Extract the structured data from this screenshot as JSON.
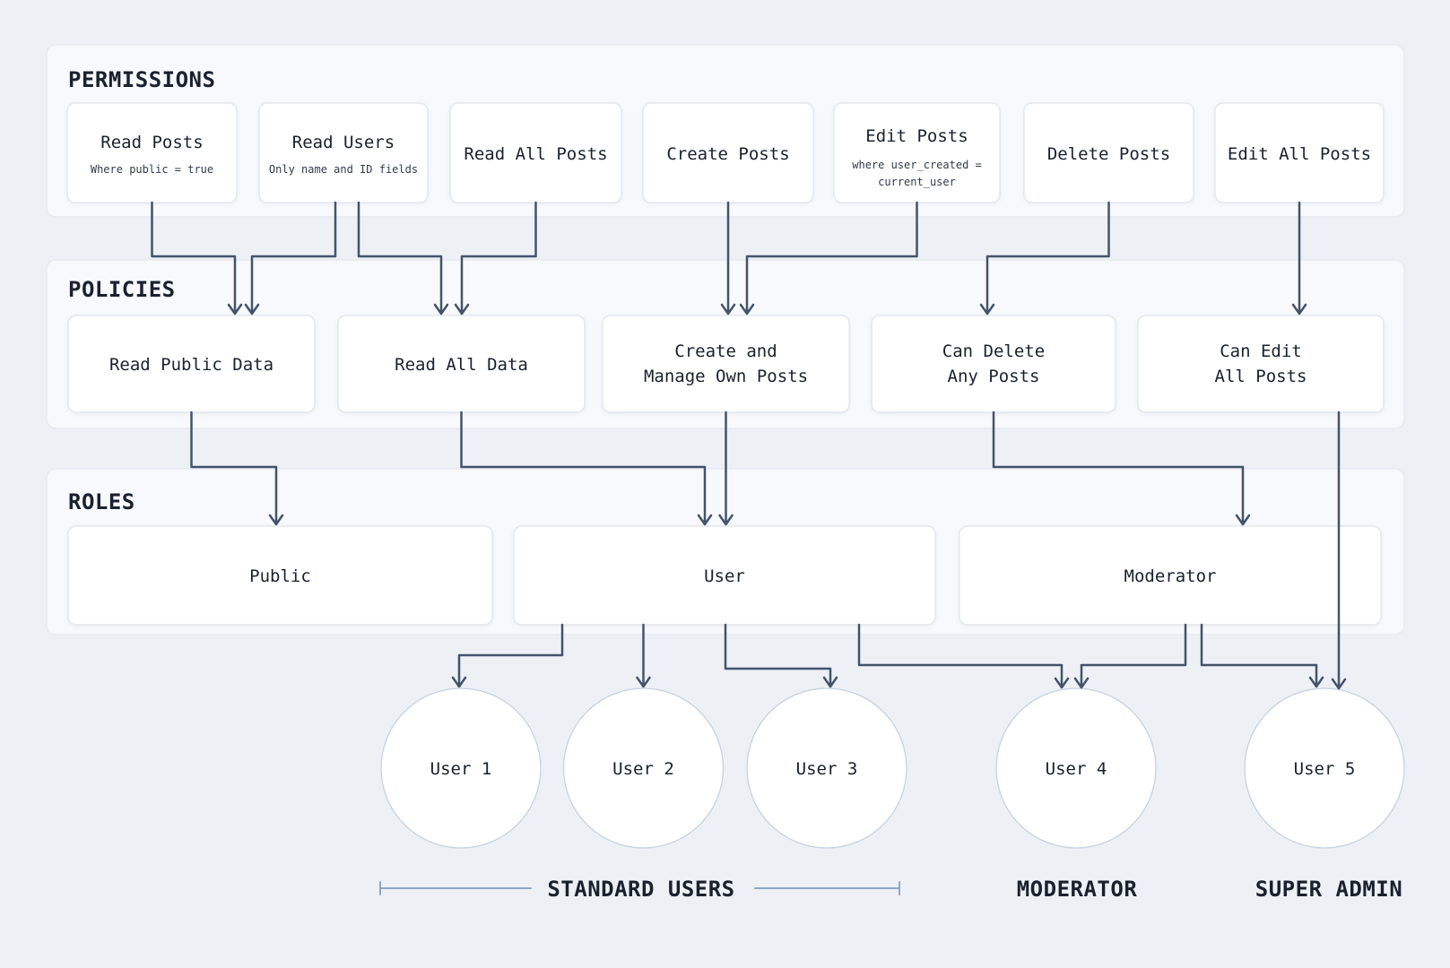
{
  "diagram": {
    "sections": {
      "permissions": {
        "title": "PERMISSIONS"
      },
      "policies": {
        "title": "POLICIES"
      },
      "roles": {
        "title": "ROLES"
      }
    },
    "permissions": [
      {
        "label": "Read Posts",
        "note": "Where public = true"
      },
      {
        "label": "Read Users",
        "note": "Only name and ID fields"
      },
      {
        "label": "Read All Posts"
      },
      {
        "label": "Create Posts"
      },
      {
        "label": "Edit Posts",
        "note": "where user_created =",
        "note2": "current_user"
      },
      {
        "label": "Delete Posts"
      },
      {
        "label": "Edit All Posts"
      }
    ],
    "policies": [
      {
        "label": "Read Public Data"
      },
      {
        "label": "Read All Data"
      },
      {
        "label": "Create and",
        "label2": "Manage Own Posts"
      },
      {
        "label": "Can Delete",
        "label2": "Any Posts"
      },
      {
        "label": "Can Edit",
        "label2": "All Posts"
      }
    ],
    "roles": [
      {
        "label": "Public"
      },
      {
        "label": "User"
      },
      {
        "label": "Moderator"
      }
    ],
    "users": [
      {
        "label": "User 1"
      },
      {
        "label": "User 2"
      },
      {
        "label": "User 3"
      },
      {
        "label": "User 4"
      },
      {
        "label": "User 5"
      }
    ],
    "groups": [
      {
        "label": "STANDARD USERS"
      },
      {
        "label": "MODERATOR"
      },
      {
        "label": "SUPER ADMIN"
      }
    ],
    "edges": [
      {
        "from": "Read Posts",
        "to": "Read Public Data"
      },
      {
        "from": "Read Users",
        "to": "Read Public Data"
      },
      {
        "from": "Read Users",
        "to": "Read All Data"
      },
      {
        "from": "Read All Posts",
        "to": "Read All Data"
      },
      {
        "from": "Create Posts",
        "to": "Create and Manage Own Posts"
      },
      {
        "from": "Edit Posts",
        "to": "Create and Manage Own Posts"
      },
      {
        "from": "Delete Posts",
        "to": "Can Delete Any Posts"
      },
      {
        "from": "Edit All Posts",
        "to": "Can Edit All Posts"
      },
      {
        "from": "Read Public Data",
        "to": "Public"
      },
      {
        "from": "Read All Data",
        "to": "User"
      },
      {
        "from": "Create and Manage Own Posts",
        "to": "User"
      },
      {
        "from": "Can Delete Any Posts",
        "to": "Moderator"
      },
      {
        "from": "Can Edit All Posts",
        "to": "User 5"
      },
      {
        "from": "User",
        "to": "User 1"
      },
      {
        "from": "User",
        "to": "User 2"
      },
      {
        "from": "User",
        "to": "User 3"
      },
      {
        "from": "User",
        "to": "User 4"
      },
      {
        "from": "Moderator",
        "to": "User 4"
      },
      {
        "from": "Moderator",
        "to": "User 5"
      }
    ],
    "colors": {
      "page_bg": "#edf1f6",
      "section_bg": "#f7f9fc",
      "section_border": "#e6ebf1",
      "node_fill": "#ffffff",
      "node_border": "#e3e8ef",
      "circle_border": "#c6d2e0",
      "arrow": "#44536b",
      "text": "#1a212e",
      "note_text": "#333b49",
      "bracket": "#8ea6c4"
    }
  }
}
